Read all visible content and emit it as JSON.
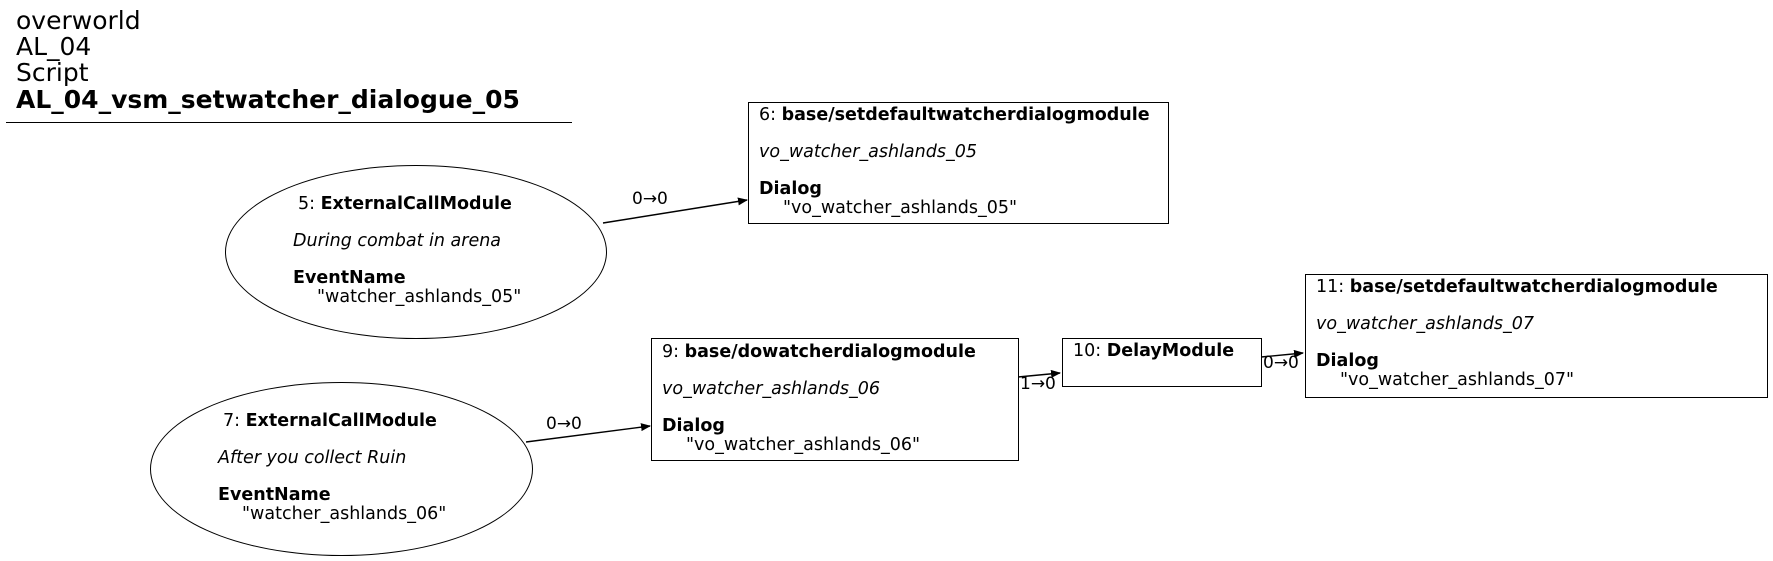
{
  "title": {
    "line1": "overworld",
    "line2": "AL_04",
    "line3": "Script",
    "line4": "AL_04_vsm_setwatcher_dialogue_05"
  },
  "nodes": {
    "n5": {
      "id": "5: ",
      "type": "ExternalCallModule",
      "comment": "During combat in arena",
      "param_name": "EventName",
      "param_value": "\"watcher_ashlands_05\""
    },
    "n6": {
      "id": "6: ",
      "type": "base/setdefaultwatcherdialogmodule",
      "comment": "vo_watcher_ashlands_05",
      "param_name": "Dialog",
      "param_value": "\"vo_watcher_ashlands_05\""
    },
    "n7": {
      "id": "7: ",
      "type": "ExternalCallModule",
      "comment": "After you collect Ruin",
      "param_name": "EventName",
      "param_value": "\"watcher_ashlands_06\""
    },
    "n9": {
      "id": "9: ",
      "type": "base/dowatcherdialogmodule",
      "comment": "vo_watcher_ashlands_06",
      "param_name": "Dialog",
      "param_value": "\"vo_watcher_ashlands_06\""
    },
    "n10": {
      "id": "10: ",
      "type": "DelayModule"
    },
    "n11": {
      "id": "11: ",
      "type": "base/setdefaultwatcherdialogmodule",
      "comment": "vo_watcher_ashlands_07",
      "param_name": "Dialog",
      "param_value": "\"vo_watcher_ashlands_07\""
    }
  },
  "edges": {
    "e5_6": "0→0",
    "e7_9": "0→0",
    "e9_10": "1→0",
    "e10_11": "0→0"
  }
}
